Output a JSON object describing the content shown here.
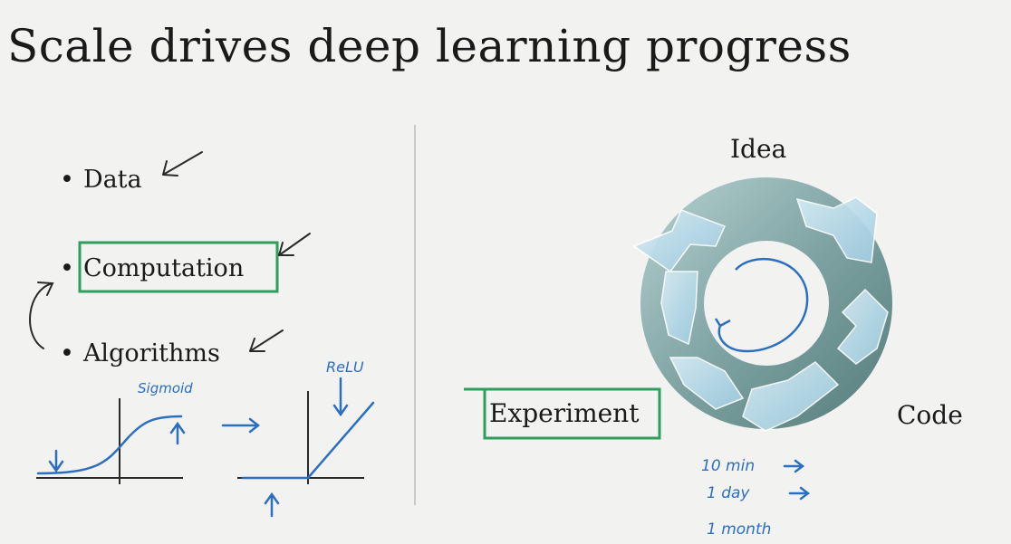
{
  "title": "Scale drives deep learning progress",
  "bullets": [
    {
      "text": "Data"
    },
    {
      "text": "Computation"
    },
    {
      "text": "Algorithms"
    }
  ],
  "cycle": {
    "idea": "Idea",
    "code": "Code",
    "experiment": "Experiment"
  },
  "handwriting": {
    "sigmoid": "Sigmoid",
    "relu": "ReLU",
    "times": [
      "10 min",
      "1 day",
      "1 month"
    ]
  },
  "colors": {
    "ink_blue": "#2c6fc1",
    "box_green": "#2e9e5b",
    "cycle_teal": "#7fa3a3"
  }
}
